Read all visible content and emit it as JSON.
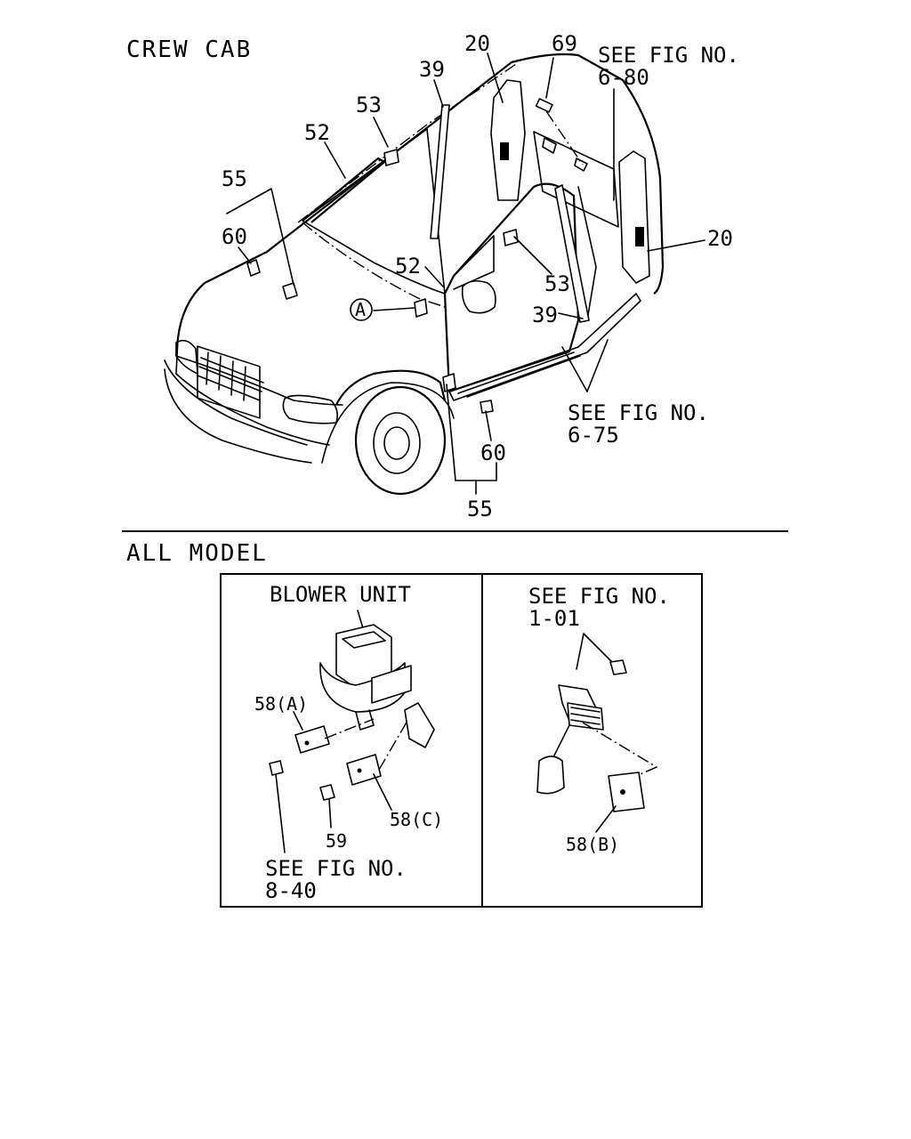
{
  "sections": {
    "crew_cab": {
      "title": "CREW CAB"
    },
    "all_model": {
      "title": "ALL MODEL"
    }
  },
  "crew_cab": {
    "callouts": {
      "c20_top": "20",
      "c69": "69",
      "c39_top": "39",
      "c53_top": "53",
      "c52_top": "52",
      "c55_top": "55",
      "c60_top": "60",
      "c52_mid": "52",
      "c53_mid": "53",
      "c39_mid": "39",
      "c20_right": "20",
      "c60_bottom": "60",
      "c55_bottom": "55",
      "detail_a": "A"
    },
    "refs": {
      "fig_6_80": {
        "line1": "SEE FIG NO.",
        "line2": "6-80"
      },
      "fig_6_75": {
        "line1": "SEE FIG NO.",
        "line2": "6-75"
      }
    }
  },
  "all_model": {
    "left_panel": {
      "title": "BLOWER UNIT",
      "callouts": {
        "c58a": "58(A)",
        "c58c": "58(C)",
        "c59": "59"
      },
      "ref_8_40": {
        "line1": "SEE FIG NO.",
        "line2": "8-40"
      }
    },
    "right_panel": {
      "ref_1_01": {
        "line1": "SEE FIG NO.",
        "line2": "1-01"
      },
      "callouts": {
        "c58b": "58(B)"
      }
    }
  }
}
